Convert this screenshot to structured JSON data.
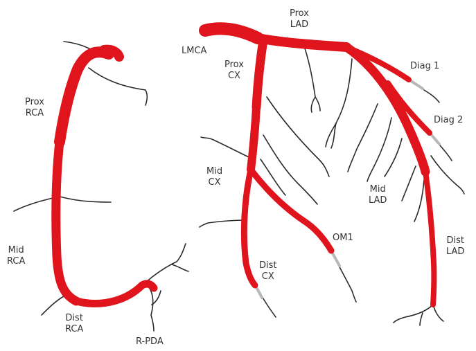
{
  "colors": {
    "artery": "#e0141c",
    "branch": "#2a2a2a",
    "tip": "#b8b8b8",
    "text": "#333333",
    "background": "#ffffff"
  },
  "labels": {
    "prox_rca": [
      "Prox",
      "RCA"
    ],
    "mid_rca": [
      "Mid",
      "RCA"
    ],
    "dist_rca": [
      "Dist",
      "RCA"
    ],
    "r_pda": [
      "R-PDA"
    ],
    "lmca": [
      "LMCA"
    ],
    "prox_lad": [
      "Prox",
      "LAD"
    ],
    "prox_cx": [
      "Prox",
      "CX"
    ],
    "diag1": [
      "Diag 1"
    ],
    "diag2": [
      "Diag 2"
    ],
    "mid_cx": [
      "Mid",
      "CX"
    ],
    "mid_lad": [
      "Mid",
      "LAD"
    ],
    "om1": [
      "OM1"
    ],
    "dist_cx": [
      "Dist",
      "CX"
    ],
    "dist_lad": [
      "Dist",
      "LAD"
    ]
  }
}
